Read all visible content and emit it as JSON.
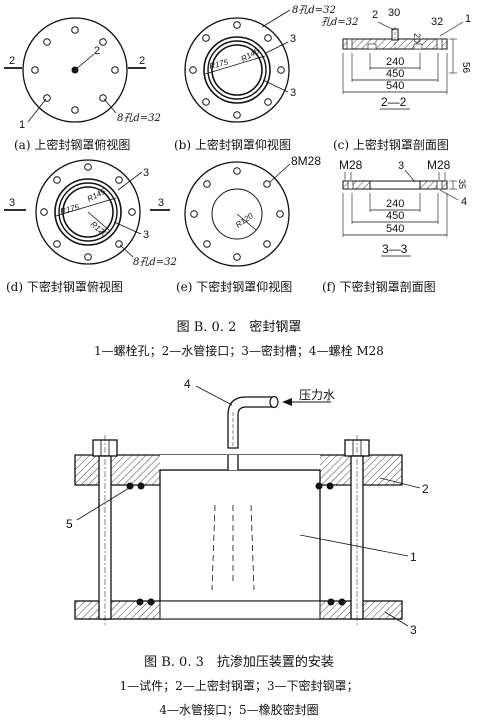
{
  "fig2": {
    "a": {
      "caption": "(a) 上密封钢罩俯视图",
      "label_1": "1",
      "label_2": "2",
      "holes": "8孔d=32",
      "sec_left": "2",
      "sec_right": "2"
    },
    "b": {
      "caption": "(b) 上密封钢罩仰视图",
      "holes": "8孔d=32",
      "label_3a": "3",
      "label_3b": "3",
      "r_outer": "R175",
      "r_inner": "R145"
    },
    "c": {
      "caption": "(c) 上密封钢罩剖面图",
      "hole_d": "孔d=32",
      "n2": "2",
      "n30": "30",
      "n32": "32",
      "n1": "1",
      "n20": "20",
      "n56": "56",
      "n240": "240",
      "n450": "450",
      "n540": "540",
      "section": "2—2"
    },
    "d": {
      "caption": "(d) 下密封钢罩俯视图",
      "label_3a": "3",
      "label_3b": "3",
      "holes": "8孔d=32",
      "sec_left": "3",
      "sec_right": "3",
      "r_a": "R175",
      "r_b": "R145",
      "r_c": "R120"
    },
    "e": {
      "caption": "(e) 下密封钢罩仰视图",
      "bolts": "8M28",
      "r": "R120"
    },
    "f": {
      "caption": "(f) 下密封钢罩剖面图",
      "m28_left": "M28",
      "m28_right": "M28",
      "n3": "3",
      "n4": "4",
      "n35": "35",
      "n240": "240",
      "n450": "450",
      "n540": "540",
      "section": "3—3"
    },
    "title": "图 B. 0. 2　密封钢罩",
    "legend": "1—螺栓孔；2—水管接口；3—密封槽；4—螺栓 M28"
  },
  "fig3": {
    "label_4": "4",
    "pressure": "压力水",
    "label_2": "2",
    "label_5": "5",
    "label_1": "1",
    "label_3": "3",
    "title": "图 B. 0. 3　抗渗加压装置的安装",
    "legend_1": "1—试件；2—上密封钢罩；3—下密封钢罩；",
    "legend_2": "4—水管接口；5—橡胶密封圈"
  }
}
